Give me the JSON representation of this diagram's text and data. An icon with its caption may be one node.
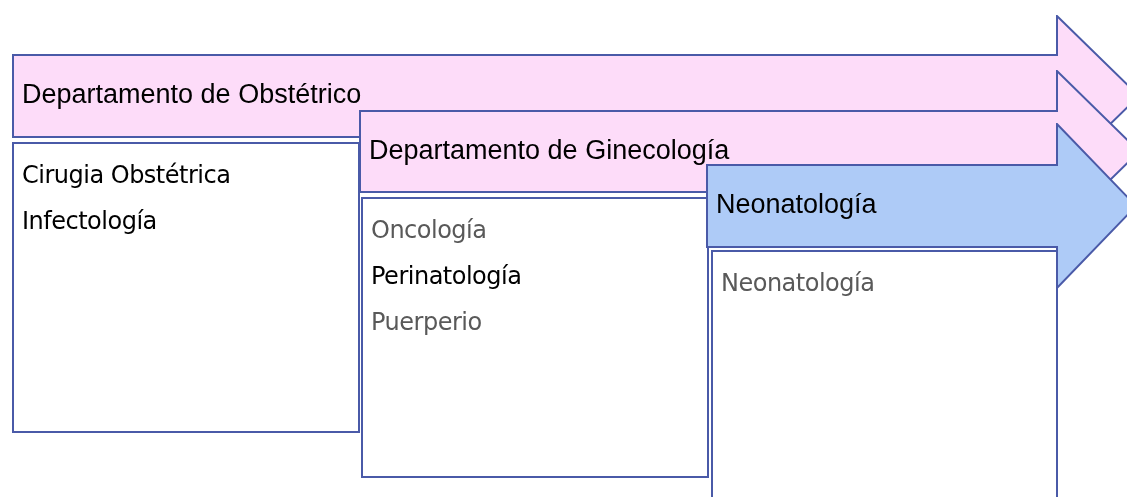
{
  "diagram": {
    "nodes": [
      {
        "text": [
          "Departamento de Obstétrico"
        ]
      },
      {
        "text": [
          "Cirugia Obstétrica",
          "Infectología"
        ]
      },
      {
        "text": [
          "Departamento de Ginecología"
        ]
      },
      {
        "text": [
          "Oncología",
          "Perinatología",
          "Puerperio"
        ]
      },
      {
        "text": [
          "Neonatología"
        ]
      },
      {
        "text": [
          "Neonatología"
        ]
      }
    ]
  }
}
